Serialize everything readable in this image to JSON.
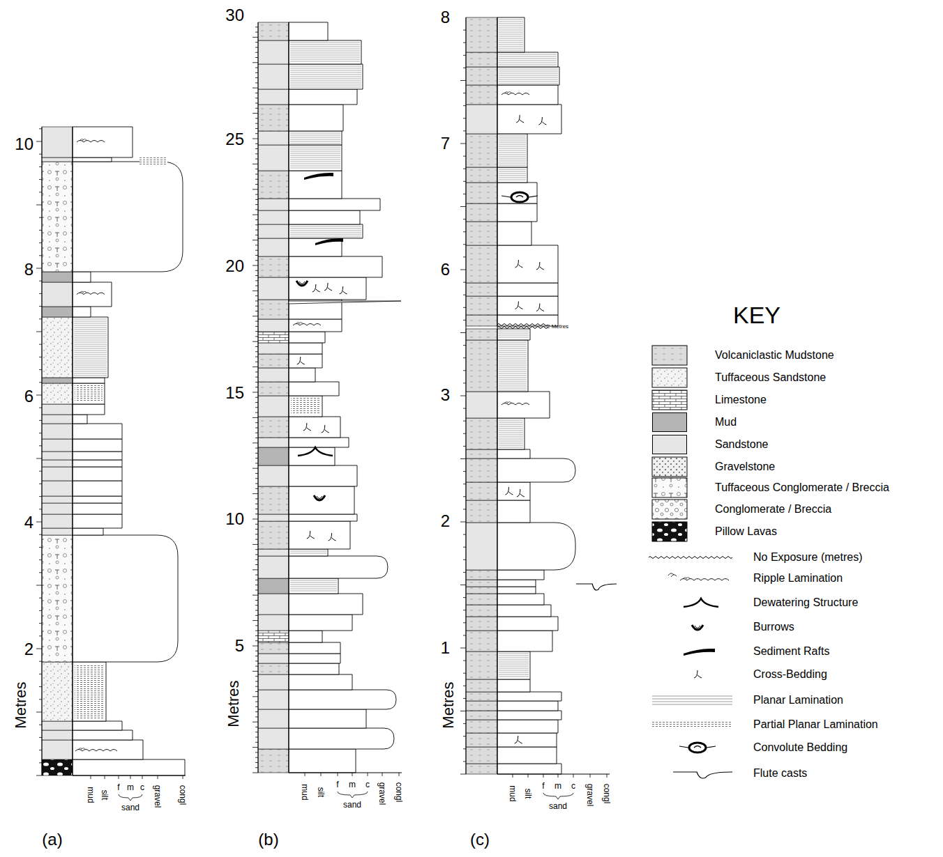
{
  "diagram": {
    "labels": [
      "10",
      "8",
      "6",
      "4",
      "2",
      "Metres",
      "mud",
      "silt",
      "f",
      "m",
      "c",
      "sand",
      "gravel",
      "congl",
      "30",
      "25",
      "20",
      "15",
      "10",
      "5",
      "Metres",
      "mud",
      "silt",
      "f",
      "m",
      "c",
      "sand",
      "gravel",
      "congl",
      "8",
      "7",
      "6",
      "3",
      "2",
      "1",
      "Metres",
      "2 Metres",
      "mud",
      "silt",
      "f",
      "m",
      "c",
      "sand",
      "gravel",
      "congl",
      "(a)",
      "(b)",
      "(c)",
      "KEY"
    ],
    "legend": [
      {
        "text": "Volcaniclastic Mudstone"
      },
      {
        "text": "Tuffaceous Sandstone"
      },
      {
        "text": "Limestone"
      },
      {
        "text": "Mud",
        "color": "#b4b4b4"
      },
      {
        "text": "Sandstone",
        "color": "#e6e6e6"
      },
      {
        "text": "Gravelstone"
      },
      {
        "text": "Tuffaceous Conglomerate / Breccia"
      },
      {
        "text": "Conglomerate / Breccia"
      },
      {
        "text": "Pillow Lavas"
      },
      {
        "text": "No Exposure (metres)"
      },
      {
        "text": "Ripple Lamination"
      },
      {
        "text": "Dewatering Structure"
      },
      {
        "text": "Burrows"
      },
      {
        "text": "Sediment Rafts"
      },
      {
        "text": "Cross-Bedding"
      },
      {
        "text": "Planar Lamination"
      },
      {
        "text": "Partial Planar Lamination"
      },
      {
        "text": "Convolute Bedding"
      },
      {
        "text": "Flute casts"
      }
    ]
  }
}
